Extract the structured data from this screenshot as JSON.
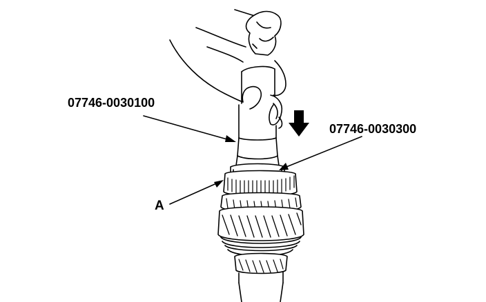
{
  "labels": {
    "tool_1": "07746-0030100",
    "tool_2": "07746-0030300",
    "part_a": "A"
  },
  "colors": {
    "line": "#000000",
    "background": "#ffffff"
  },
  "icons": {
    "press_direction": "down-arrow-icon"
  }
}
